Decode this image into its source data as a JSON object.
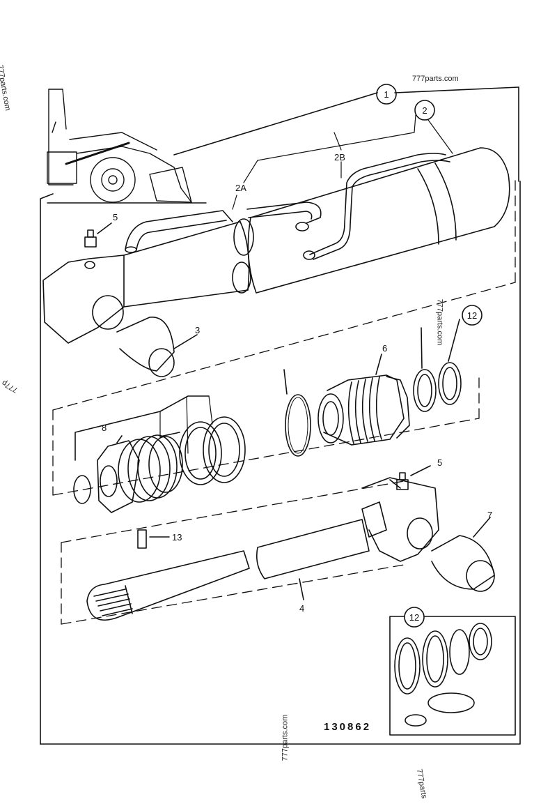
{
  "watermarks": {
    "top_right": "777parts.com",
    "mid_vertical": "777parts.com",
    "bottom_vertical": "777parts.com",
    "left_top": "777parts.com",
    "left_mid": "777p",
    "bottom_right": "777parts"
  },
  "callouts": {
    "c1": "1",
    "c2": "2",
    "c2a": "2A",
    "c2b": "2B",
    "c3": "3",
    "c4": "4",
    "c5a": "5",
    "c5b": "5",
    "c6": "6",
    "c7": "7",
    "c8": "8",
    "c12a": "12",
    "c12b": "12",
    "c13": "13"
  },
  "drawing_number": "130862"
}
